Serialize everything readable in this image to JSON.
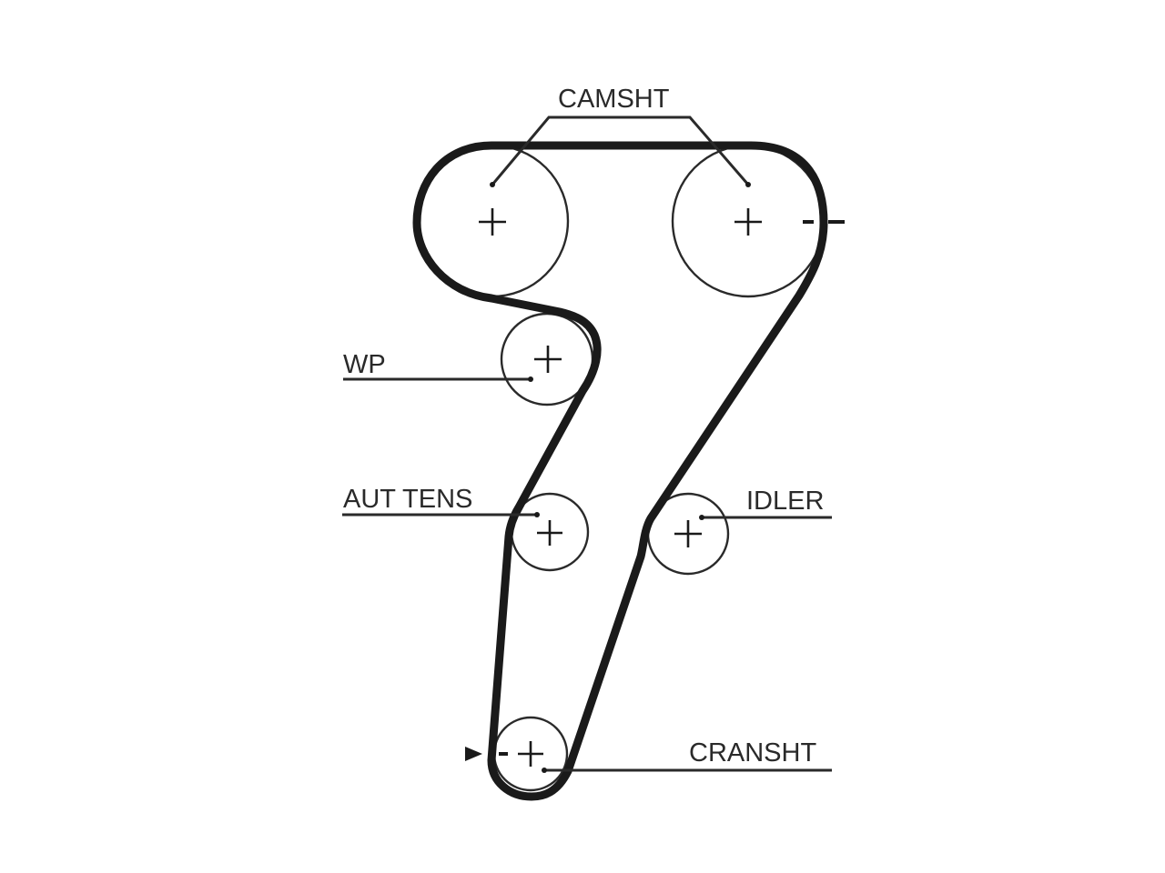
{
  "diagram": {
    "labels": {
      "camshaft": "CAMSHT",
      "water_pump": "WP",
      "auto_tensioner": "AUT TENS",
      "idler": "IDLER",
      "crankshaft": "CRANSHT"
    },
    "colors": {
      "line": "#1a1a1a",
      "background": "#ffffff"
    }
  }
}
